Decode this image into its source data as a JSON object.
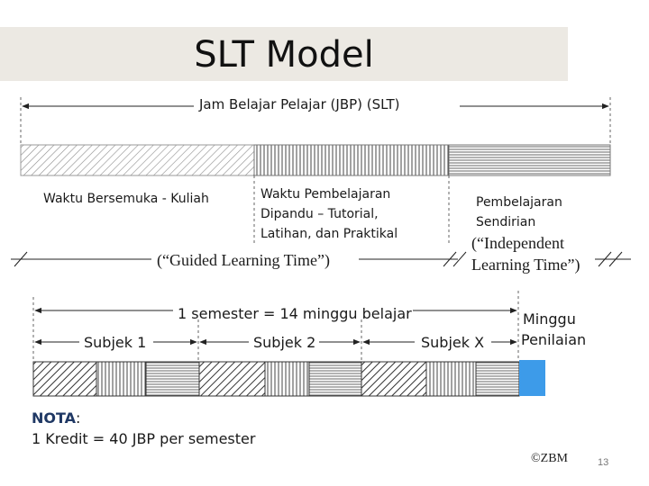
{
  "title": "SLT Model",
  "top_arrow_label": "Jam Belajar Pelajar (JBP) (SLT)",
  "segments": {
    "face_to_face": "Waktu Bersemuka - Kuliah",
    "guided_lines": [
      "Waktu Pembelajaran",
      "Dipandu – Tutorial,",
      "Latihan, dan Praktikal"
    ],
    "self_lines": [
      "Pembelajaran",
      "Sendirian"
    ]
  },
  "guided_label": "(“Guided Learning Time”)",
  "independent_lines": [
    "(“Independent",
    "Learning Time”)"
  ],
  "semester_label": "1 semester = 14 minggu belajar",
  "subjects": [
    "Subjek 1",
    "Subjek 2",
    "Subjek X"
  ],
  "assessment_lines": [
    "Minggu",
    "Penilaian"
  ],
  "note": {
    "title": "NOTA",
    "colon": ":",
    "text": "1 Kredit = 40 JBP per semester"
  },
  "copyright": "©ZBM",
  "page_number": "13",
  "colors": {
    "title_bg": "#ece9e3",
    "assessment_block": "#3d9be9",
    "note_title": "#1f3864"
  }
}
